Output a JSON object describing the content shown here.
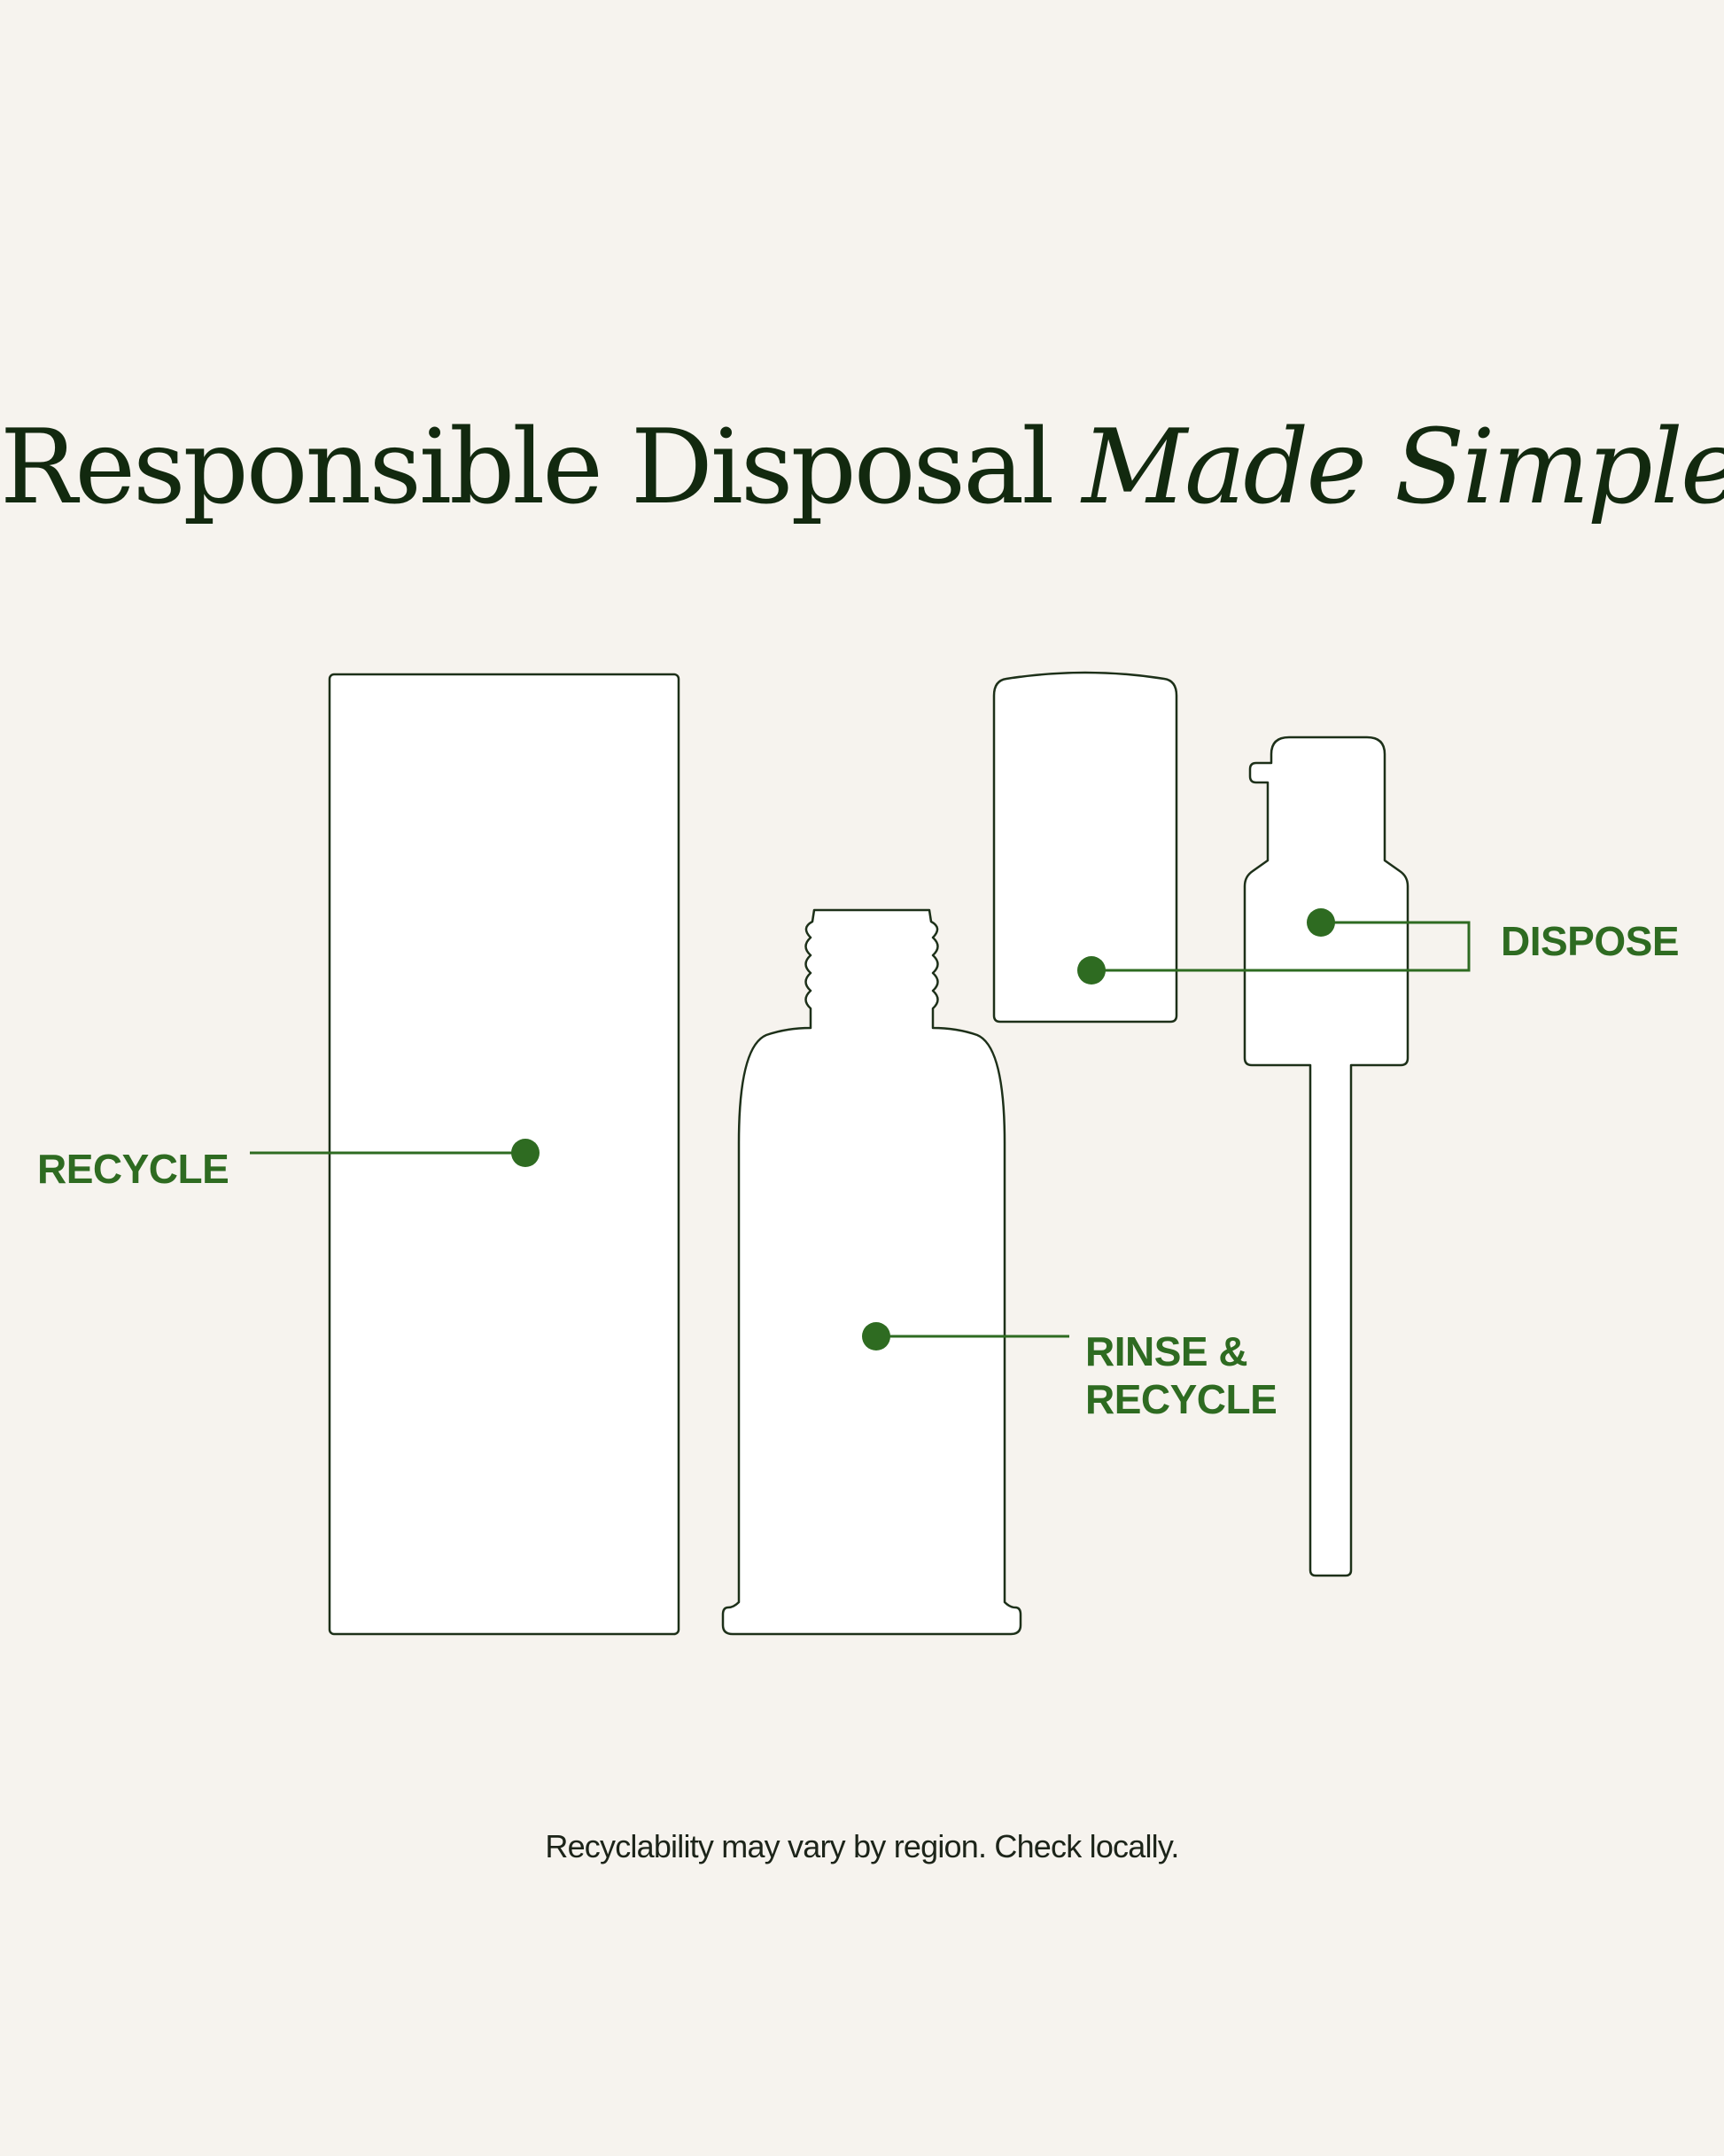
{
  "title": {
    "regular": "Responsible Disposal",
    "italic": "Made Simple"
  },
  "labels": {
    "box": "RECYCLE",
    "bottle_line1": "RINSE &",
    "bottle_line2": "RECYCLE",
    "pump_and_cap": "DISPOSE"
  },
  "footnote": "Recyclability may vary by region. Check locally.",
  "colors": {
    "background": "#f6f3ee",
    "outline": "#1d3019",
    "accent_green": "#2e6b21",
    "title_text": "#12290f"
  }
}
